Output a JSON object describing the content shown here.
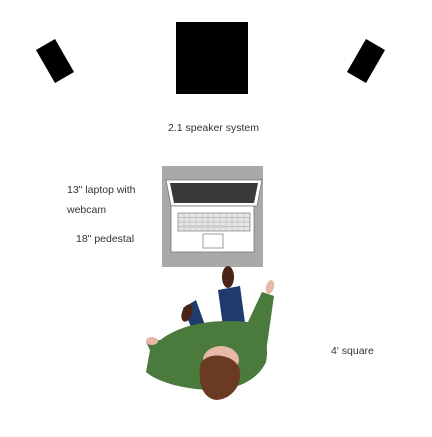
{
  "labels": {
    "speaker_system": "2.1 speaker system",
    "laptop_line1": "13\" laptop with",
    "laptop_line2": "webcam",
    "pedestal": "18\" pedestal",
    "square": "4' square"
  },
  "colors": {
    "speaker": "#000000",
    "pedestal": "#a9a9a9",
    "laptop_body": "#ffffff",
    "laptop_screen": "#3a3a3a",
    "shirt": "#4a7a3c",
    "jeans": "#1f3b6e",
    "hair": "#6b3a22",
    "skin": "#e8b8a8",
    "shoes": "#4a2416",
    "text": "#333333"
  },
  "icons": {
    "speaker_left": "speaker-icon",
    "subwoofer": "subwoofer-icon",
    "speaker_right": "speaker-icon",
    "laptop": "laptop-icon",
    "person": "person-icon"
  }
}
